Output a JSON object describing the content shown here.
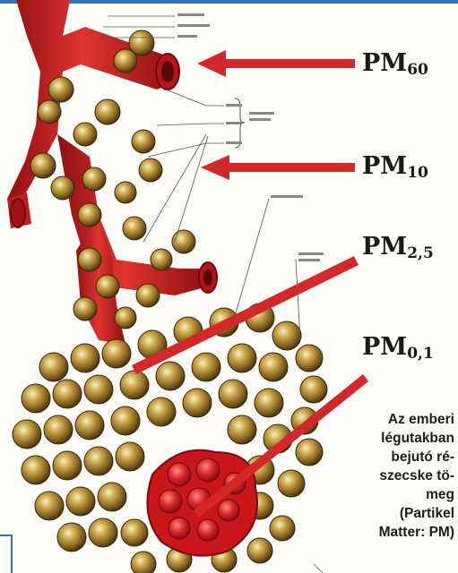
{
  "colors": {
    "tissue_red": "#c8161b",
    "arrow_red": "#d2282a",
    "alveoli_gold": "#b8922e",
    "frame_blue": "#2f74b5"
  },
  "labels": {
    "pm60": {
      "base": "PM",
      "sub": "60"
    },
    "pm10": {
      "base": "PM",
      "sub": "10"
    },
    "pm25": {
      "base": "PM",
      "sub": "2,5"
    },
    "pm01": {
      "base": "PM",
      "sub": "0,1"
    }
  },
  "caption": [
    "Az emberi",
    "légutakban",
    "bejutó ré-",
    "szecske tö-",
    "meg",
    "(Partikel",
    "Matter: PM)"
  ]
}
